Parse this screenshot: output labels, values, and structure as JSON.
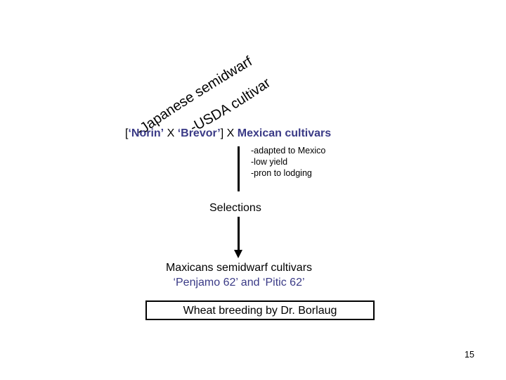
{
  "curved_labels": {
    "japanese_semidwarf": "-Japanese semidwarf",
    "usda_cultivar": "-USDA cultivar"
  },
  "cross": {
    "open_bracket": "[",
    "norin": "‘Norin’",
    "x1": " X ",
    "brevor": "‘Brevor’",
    "close_bracket": "]",
    "x2": "  X  ",
    "mexican": "Mexican cultivars"
  },
  "notes": [
    "-adapted to Mexico",
    "-low yield",
    "-pron to lodging"
  ],
  "selections": "Selections",
  "result": {
    "line1": "Maxicans semidwarf cultivars",
    "line2": "‘Penjamo 62’ and ‘Pitic 62’"
  },
  "box_label": "Wheat breeding by Dr. Borlaug",
  "page_number": "15"
}
